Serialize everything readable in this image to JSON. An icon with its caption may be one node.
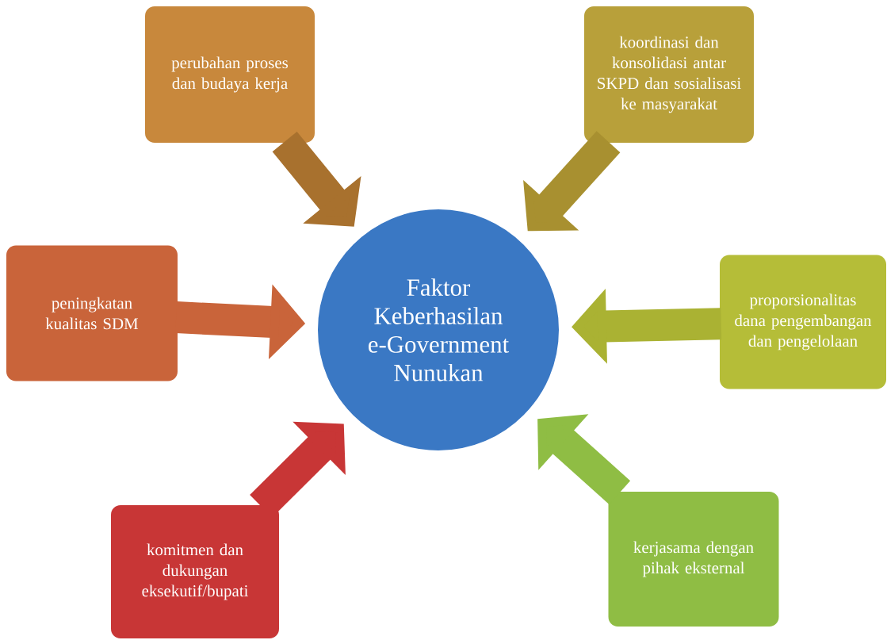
{
  "diagram": {
    "nodes": [
      {
        "text": [
          "Faktor Keberhasilan e-Government Nunukan"
        ]
      },
      {
        "text": [
          "perubahan proses dan budaya kerja"
        ]
      },
      {
        "text": [
          "koordinasi dan konsolidasi antar SKPD dan sosialisasi ke masyarakat"
        ]
      },
      {
        "text": [
          "peningkatan kualitas SDM"
        ]
      },
      {
        "text": [
          "proporsionalitas dana pengembangan dan pengelolaan"
        ]
      },
      {
        "text": [
          "komitmen dan dukungan eksekutif/bupati"
        ]
      },
      {
        "text": [
          "kerjasama dengan pihak eksternal"
        ]
      }
    ],
    "edges": [
      {
        "from": 1,
        "to": 0,
        "arrow": "to",
        "color": "#a8712e"
      },
      {
        "from": 2,
        "to": 0,
        "arrow": "to",
        "color": "#a89030"
      },
      {
        "from": 3,
        "to": 0,
        "arrow": "to",
        "color": "#c9643a"
      },
      {
        "from": 4,
        "to": 0,
        "arrow": "to",
        "color": "#aab233"
      },
      {
        "from": 5,
        "to": 0,
        "arrow": "to",
        "color": "#c83636"
      },
      {
        "from": 6,
        "to": 0,
        "arrow": "to",
        "color": "#8fbd44"
      }
    ]
  }
}
